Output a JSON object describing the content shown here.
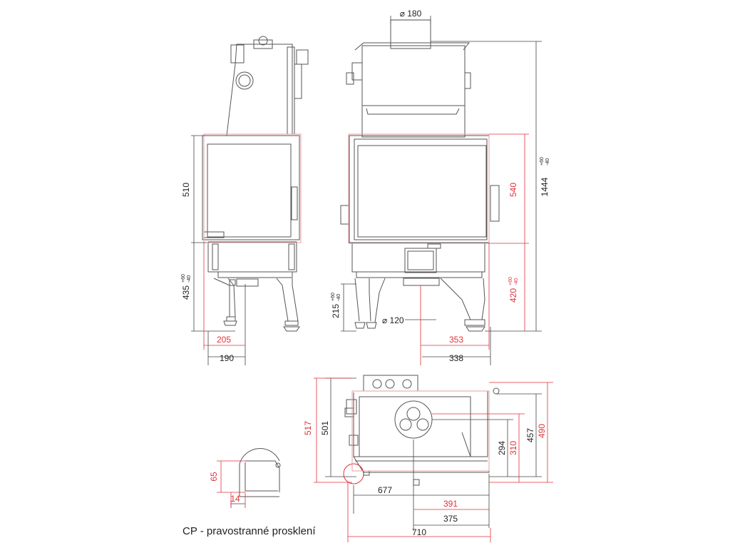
{
  "caption": "CP - pravostranné prosklení",
  "colors": {
    "line": "#555555",
    "dimension_black": "#222222",
    "dimension_red": "#e0323a",
    "frame_red": "#e5a0a4"
  },
  "dimensions": {
    "flue_diameter": "⌀ 180",
    "air_inlet_diameter": "⌀ 120",
    "total_height": "1444",
    "total_height_tol_plus": "+60",
    "total_height_tol_minus": "-40",
    "glass_height_side": "510",
    "glass_height_front": "540",
    "leg_height": "435",
    "leg_height_tol_plus": "+60",
    "leg_height_tol_minus": "-40",
    "inlet_height": "215",
    "inlet_height_tol_plus": "+60",
    "inlet_height_tol_minus": "-40",
    "firebox_bottom_height": "420",
    "firebox_bottom_tol_plus": "+60",
    "firebox_bottom_tol_minus": "-40",
    "side_offset_red": "205",
    "side_offset_black": "190",
    "front_offset_red": "353",
    "front_offset_black": "338",
    "plan_depth_red": "517",
    "plan_depth_black": "501",
    "plan_flue_294": "294",
    "plan_flue_310": "310",
    "plan_457": "457",
    "plan_490": "490",
    "plan_width_black": "677",
    "plan_391": "391",
    "plan_375": "375",
    "plan_width_red": "710",
    "detail_65": "65",
    "detail_14": "14"
  }
}
